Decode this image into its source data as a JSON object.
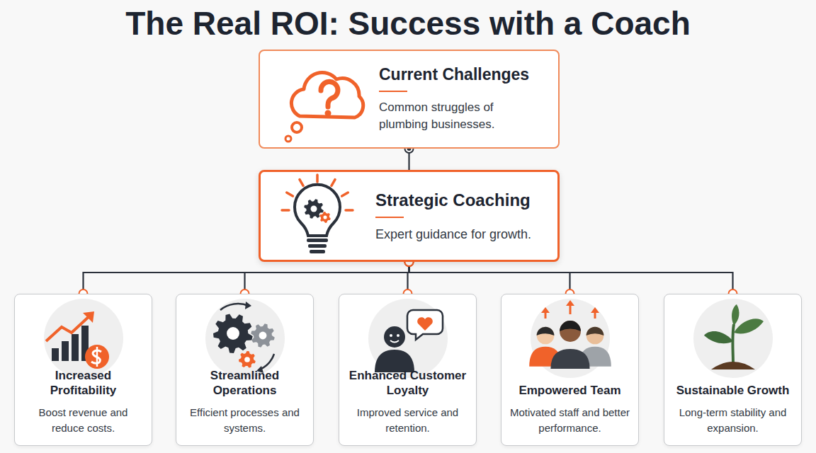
{
  "diagram": {
    "title": "The Real ROI: Success with a Coach",
    "nodes": [
      {
        "text": [
          "Current Challenges",
          "Common struggles of plumbing businesses."
        ]
      },
      {
        "text": [
          "Strategic Coaching",
          "Expert guidance for growth."
        ]
      },
      {
        "text": [
          "Increased Profitability",
          "Boost revenue and reduce costs."
        ]
      },
      {
        "text": [
          "Streamlined Operations",
          "Efficient processes and systems."
        ]
      },
      {
        "text": [
          "Enhanced Customer Loyalty",
          "Improved service and retention."
        ]
      },
      {
        "text": [
          "Empowered Team",
          "Motivated staff and better performance."
        ]
      },
      {
        "text": [
          "Sustainable Growth",
          "Long-term stability and expansion."
        ]
      }
    ],
    "edges": [
      {
        "from": 0,
        "to": 1,
        "arrow": "none"
      },
      {
        "from": 1,
        "to": 2,
        "arrow": "none"
      },
      {
        "from": 1,
        "to": 3,
        "arrow": "none"
      },
      {
        "from": 1,
        "to": 4,
        "arrow": "none"
      },
      {
        "from": 1,
        "to": 5,
        "arrow": "none"
      },
      {
        "from": 1,
        "to": 6,
        "arrow": "none"
      }
    ]
  }
}
